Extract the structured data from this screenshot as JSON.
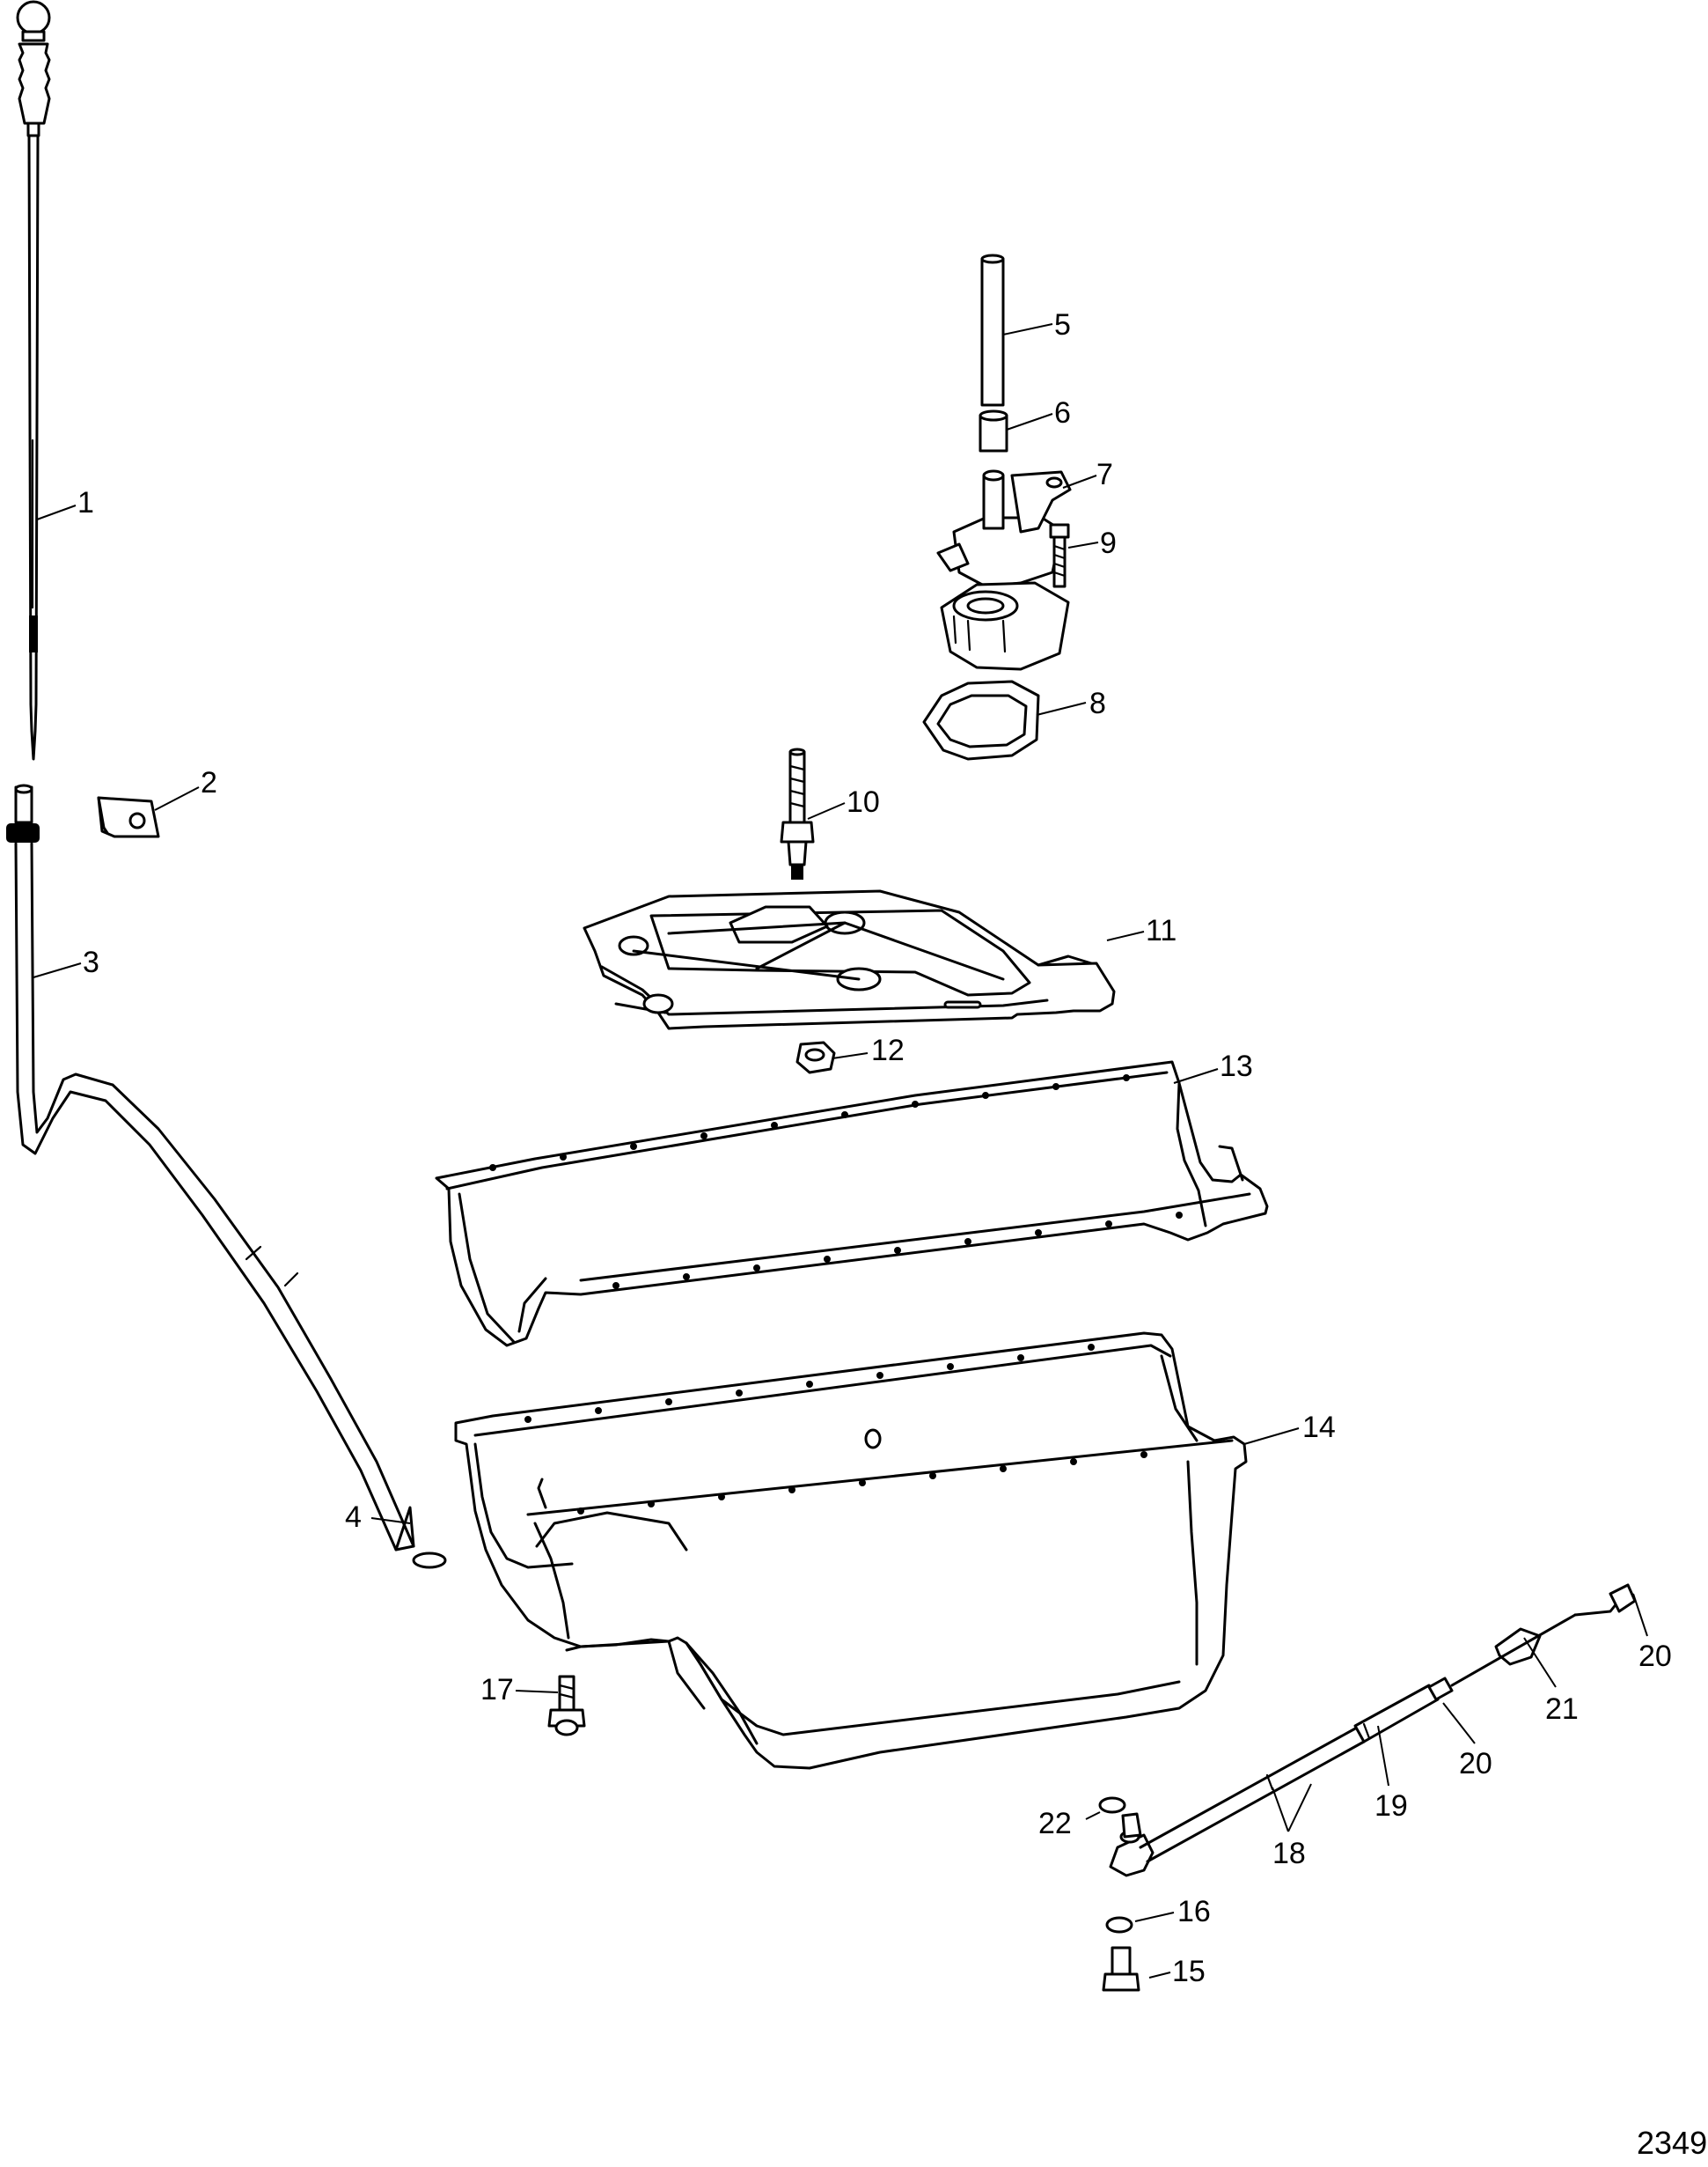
{
  "callouts": [
    {
      "id": "c1",
      "label": "1"
    },
    {
      "id": "c2",
      "label": "2"
    },
    {
      "id": "c3",
      "label": "3"
    },
    {
      "id": "c4",
      "label": "4"
    },
    {
      "id": "c5",
      "label": "5"
    },
    {
      "id": "c6",
      "label": "6"
    },
    {
      "id": "c7",
      "label": "7"
    },
    {
      "id": "c8",
      "label": "8"
    },
    {
      "id": "c9",
      "label": "9"
    },
    {
      "id": "c10",
      "label": "10"
    },
    {
      "id": "c11",
      "label": "11"
    },
    {
      "id": "c12",
      "label": "12"
    },
    {
      "id": "c13",
      "label": "13"
    },
    {
      "id": "c14",
      "label": "14"
    },
    {
      "id": "c15",
      "label": "15"
    },
    {
      "id": "c16",
      "label": "16"
    },
    {
      "id": "c17",
      "label": "17"
    },
    {
      "id": "c18",
      "label": "18"
    },
    {
      "id": "c19",
      "label": "19"
    },
    {
      "id": "c20a",
      "label": "20"
    },
    {
      "id": "c20b",
      "label": "20"
    },
    {
      "id": "c21",
      "label": "21"
    },
    {
      "id": "c22",
      "label": "22"
    }
  ],
  "figure_number": "2349"
}
